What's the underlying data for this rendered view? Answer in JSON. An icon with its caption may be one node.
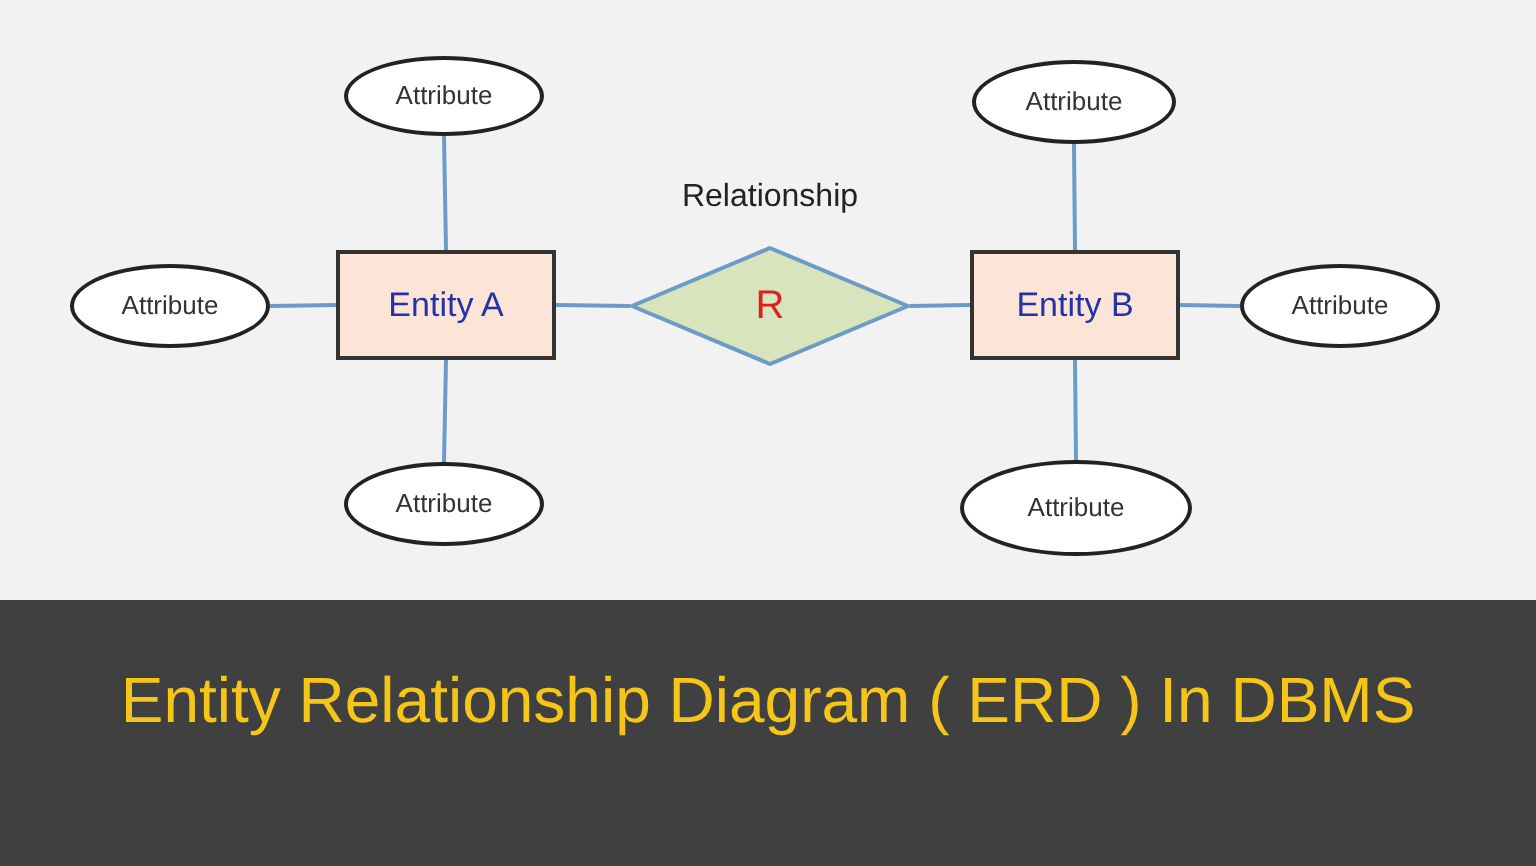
{
  "diagram": {
    "title": "Entity Relationship Diagram ( ERD ) In DBMS",
    "nodes": [
      {
        "text": [
          "Attribute"
        ]
      },
      {
        "text": [
          "Attribute"
        ]
      },
      {
        "text": [
          "Entity A"
        ]
      },
      {
        "text": [
          "Attribute"
        ]
      },
      {
        "text": [
          "R"
        ],
        "beside": [
          "Relationship"
        ]
      },
      {
        "text": [
          "Attribute"
        ]
      },
      {
        "text": [
          "Entity B"
        ]
      },
      {
        "text": [
          "Attribute"
        ]
      },
      {
        "text": [
          "Attribute"
        ]
      }
    ],
    "edges": [
      {
        "from": 0,
        "to": 2,
        "arrow": "none"
      },
      {
        "from": 1,
        "to": 2,
        "arrow": "none"
      },
      {
        "from": 3,
        "to": 2,
        "arrow": "none"
      },
      {
        "from": 2,
        "to": 4,
        "arrow": "none"
      },
      {
        "from": 4,
        "to": 6,
        "arrow": "none"
      },
      {
        "from": 5,
        "to": 6,
        "arrow": "none"
      },
      {
        "from": 6,
        "to": 7,
        "arrow": "none"
      },
      {
        "from": 6,
        "to": 8,
        "arrow": "none"
      }
    ]
  }
}
